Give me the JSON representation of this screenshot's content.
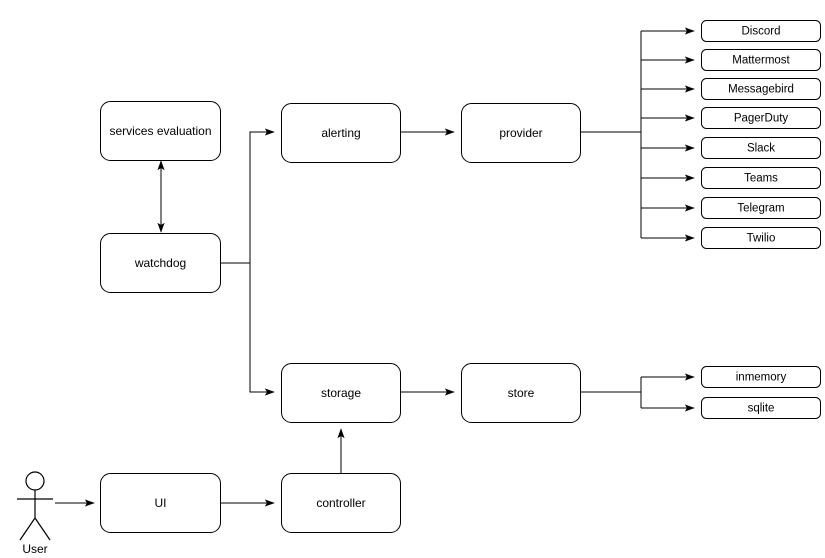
{
  "diagram": {
    "type": "architecture-flow-diagram",
    "background_color": "#ffffff",
    "line_color": "#000000",
    "node_fill": "#ffffff",
    "actor": {
      "label": "User",
      "icon": "stick-figure-actor-icon"
    },
    "nodes": {
      "services_evaluation": "services evaluation",
      "watchdog": "watchdog",
      "alerting": "alerting",
      "provider": "provider",
      "storage": "storage",
      "store": "store",
      "ui": "UI",
      "controller": "controller"
    },
    "provider_targets": [
      "Discord",
      "Mattermost",
      "Messagebird",
      "PagerDuty",
      "Slack",
      "Teams",
      "Telegram",
      "Twilio"
    ],
    "store_targets": [
      "inmemory",
      "sqlite"
    ]
  }
}
